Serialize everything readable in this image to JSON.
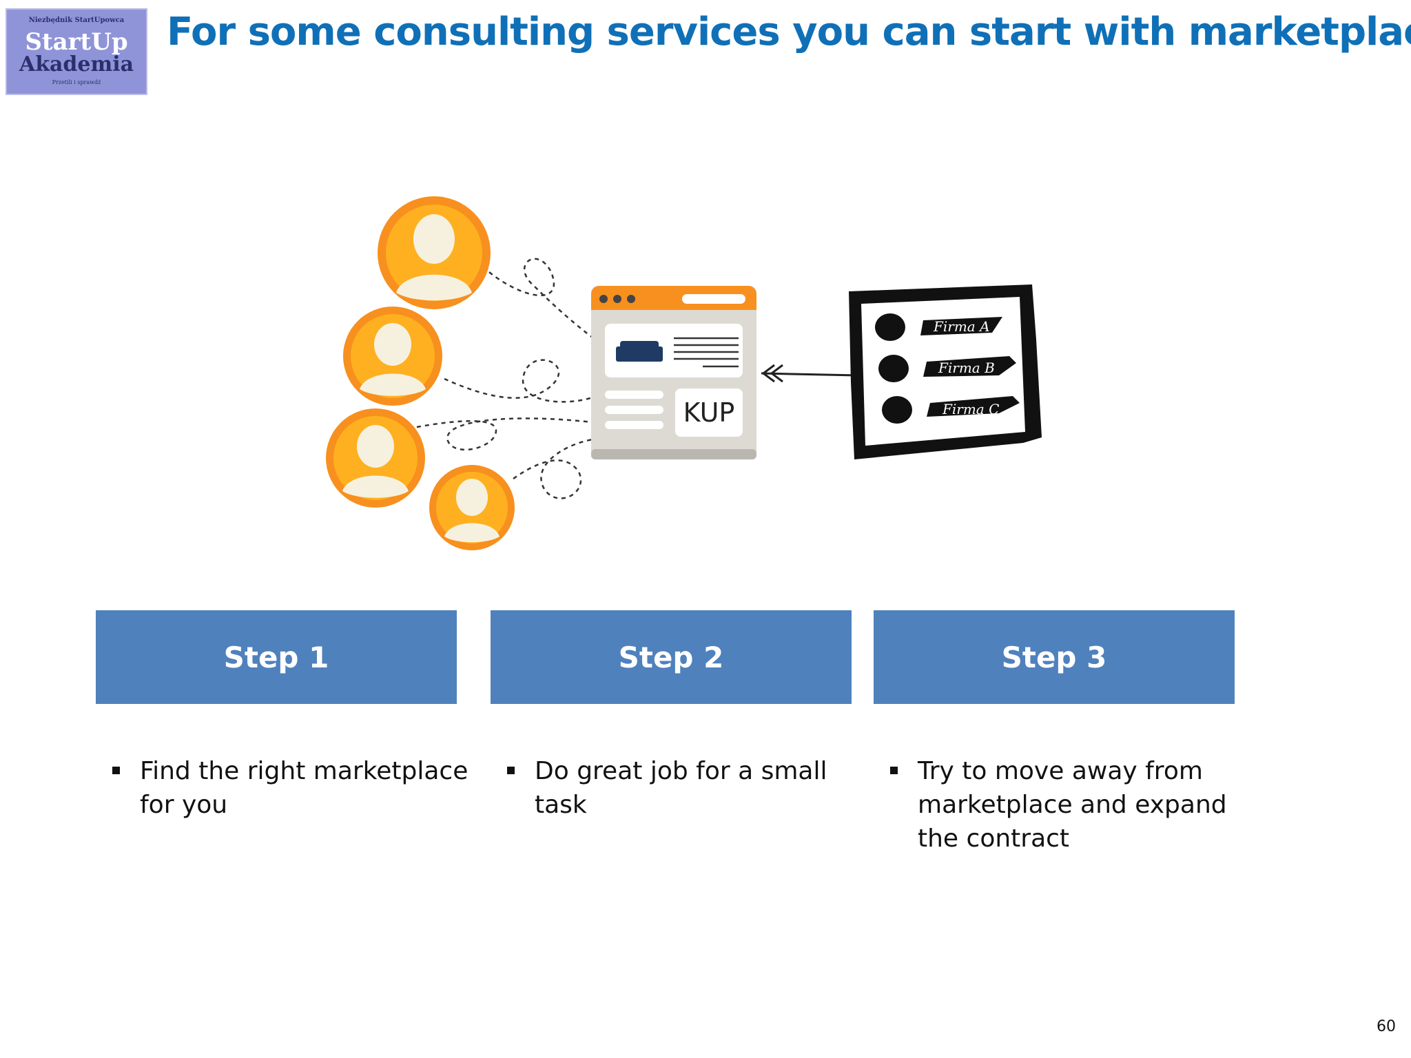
{
  "logo": {
    "top_text": "Niezbędnik StartUpowca",
    "line1": "StartUp",
    "line2": "Akademia",
    "bottom_text": "Przetili i sprawdź"
  },
  "title": "For some consulting services you can start with marketplaces",
  "diagram": {
    "buy_label": "KUP",
    "companies": [
      "Firma A",
      "Firma B",
      "Firma C"
    ]
  },
  "steps": [
    {
      "label": "Step 1",
      "bullet": "Find the right marketplace\nfor you"
    },
    {
      "label": "Step 2",
      "bullet": "Do great job for a small\ntask"
    },
    {
      "label": "Step 3",
      "bullet": "Try to move away from\nmarketplace  and expand\nthe contract"
    }
  ],
  "colors": {
    "title": "#0f70b7",
    "step_box": "#4f81bd",
    "avatar_ring": "#f7901e",
    "browser_bar": "#f7901e"
  },
  "page_number": "60"
}
